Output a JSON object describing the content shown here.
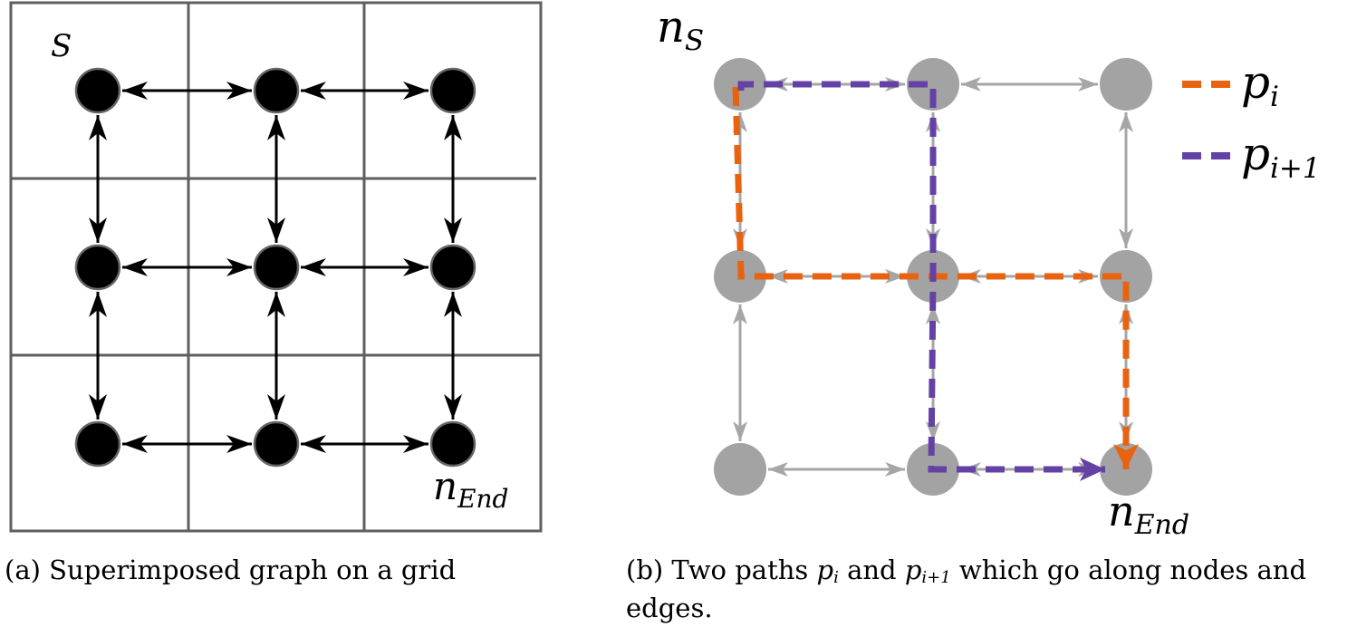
{
  "panel_a": {
    "start_label": "S",
    "end_label_main": "n",
    "end_label_sub": "End",
    "colors": {
      "grid_lines": "#5f5f5f",
      "nodes": "#000000",
      "node_outline": "#666666",
      "edges": "#000000"
    },
    "caption": "(a) Superimposed graph on a grid"
  },
  "panel_b": {
    "start_label_main": "n",
    "start_label_sub": "S",
    "end_label_main": "n",
    "end_label_sub": "End",
    "legend": [
      {
        "label_main": "p",
        "label_sub": "i",
        "color": "#e8620f"
      },
      {
        "label_main": "p",
        "label_sub": "i+1",
        "color": "#6441a5"
      }
    ],
    "colors": {
      "nodes": "#a3a3a3",
      "edges": "#a6a6a6",
      "path_i": "#e8620f",
      "path_i_plus_1": "#6441a5"
    },
    "caption": {
      "part1": "(b) Two paths ",
      "p1_main": "p",
      "p1_sub": "i",
      "part2": " and ",
      "p2_main": "p",
      "p2_sub": "i+1",
      "part3": " which go along nodes and edges."
    }
  }
}
